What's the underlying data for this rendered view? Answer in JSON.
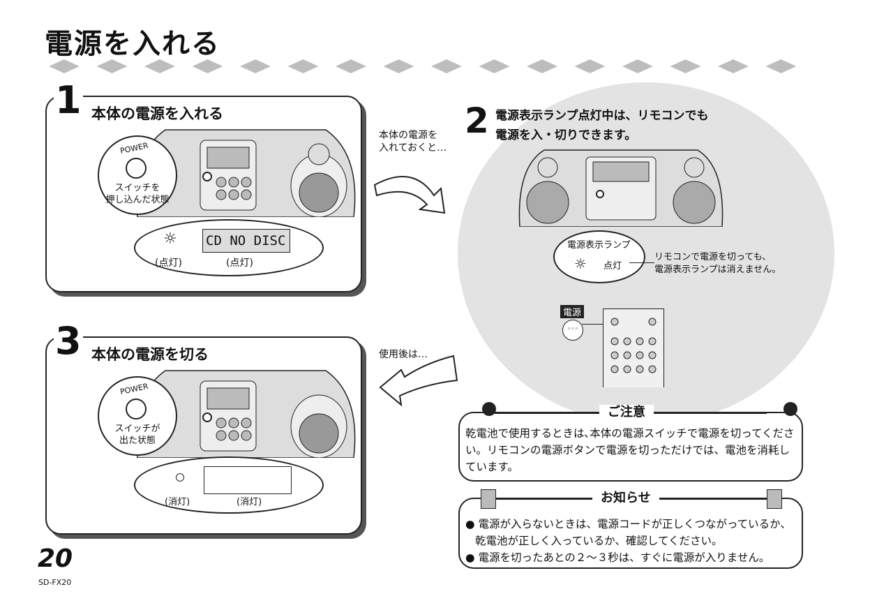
{
  "title": "電源を入れる",
  "step1": {
    "number": "1",
    "title": "本体の電源を入れる",
    "power_label": "POWER",
    "switch_caption_1": "スイッチを",
    "switch_caption_2": "押し込んだ状態",
    "display_text": "CD NO DISC",
    "lamp_state": "(点灯)",
    "display_state": "(点灯)"
  },
  "arrow1_caption_1": "本体の電源を",
  "arrow1_caption_2": "入れておくと…",
  "step2": {
    "number": "2",
    "title_1": "電源表示ランプ点灯中は、リモコンでも",
    "title_2": "電源を入・切りできます。",
    "lamp_label": "電源表示ランプ",
    "lamp_state": "点灯",
    "note_1": "リモコンで電源を切っても、",
    "note_2": "電源表示ランプは消えません。",
    "remote_power_label": "電源"
  },
  "arrow2_caption": "使用後は…",
  "step3": {
    "number": "3",
    "title": "本体の電源を切る",
    "power_label": "POWER",
    "switch_caption_1": "スイッチが",
    "switch_caption_2": "出た状態",
    "lamp_state": "(消灯)",
    "display_state": "(消灯)"
  },
  "caution": {
    "heading": "ご注意",
    "text": "乾電池で使用するときは､本体の電源スイッチで電源を切ってください。リモコンの電源ボタンで電源を切っただけでは、電池を消耗しています。"
  },
  "notice": {
    "heading": "お知らせ",
    "items": [
      "電源が入らないときは、電源コードが正しくつながっているか、乾電池が正しく入っているか、確認してください。",
      "電源を切ったあとの２～３秒は、すぐに電源が入りません。"
    ]
  },
  "footer": {
    "page_number": "20",
    "model": "SD-FX20"
  }
}
